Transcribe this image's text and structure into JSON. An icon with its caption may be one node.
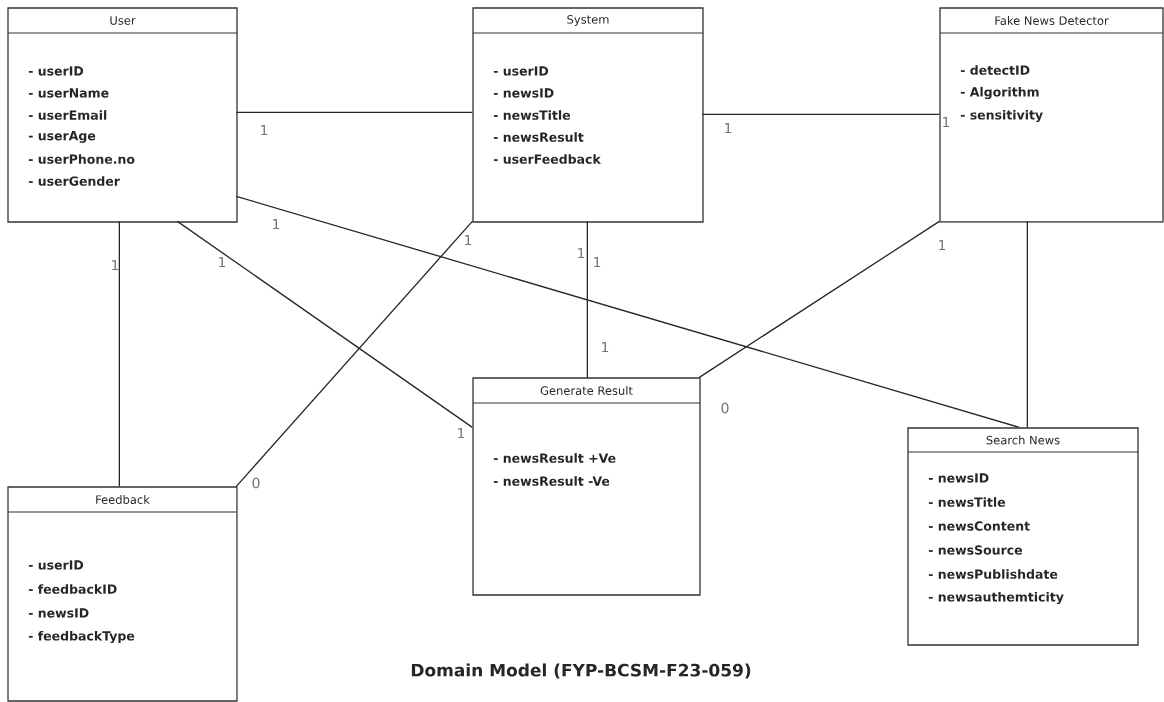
{
  "diagram": {
    "title": "Domain Model (FYP-BCSM-F23-059)",
    "nodes": [
      {
        "text": [
          "User",
          "- userID",
          "- userName",
          "- userEmail",
          "- userAge",
          "- userPhone.no",
          "- userGender"
        ]
      },
      {
        "text": [
          "System",
          "- userID",
          "- newsID",
          "- newsTitle",
          "- newsResult",
          "- userFeedback"
        ]
      },
      {
        "text": [
          "Fake News Detector",
          "- detectID",
          "- Algorithm",
          "- sensitivity"
        ]
      },
      {
        "text": [
          "Generate Result",
          "- newsResult +Ve",
          "- newsResult -Ve"
        ]
      },
      {
        "text": [
          "Search News",
          "- newsID",
          "- newsTitle",
          "- newsContent",
          "- newsSource",
          "- newsPublishdate",
          "- newsauthemticity"
        ]
      },
      {
        "text": [
          "Feedback",
          "- userID",
          "- feedbackID",
          "- newsID",
          "- feedbackType"
        ]
      }
    ],
    "edges": [
      {
        "from": 0,
        "to": 1,
        "arrow": "none"
      },
      {
        "from": 1,
        "to": 2,
        "arrow": "none"
      },
      {
        "from": 0,
        "to": 5,
        "arrow": "none"
      },
      {
        "from": 0,
        "to": 3,
        "arrow": "none"
      },
      {
        "from": 0,
        "to": 4,
        "arrow": "none"
      },
      {
        "from": 1,
        "to": 5,
        "arrow": "none"
      },
      {
        "from": 1,
        "to": 3,
        "arrow": "none"
      },
      {
        "from": 2,
        "to": 3,
        "arrow": "none"
      },
      {
        "from": 2,
        "to": 4,
        "arrow": "none"
      }
    ],
    "labels": [
      "1",
      "1",
      "1",
      "1",
      "1",
      "1",
      "1",
      "1",
      "1",
      "1",
      "1",
      "0",
      "1",
      "0"
    ]
  }
}
